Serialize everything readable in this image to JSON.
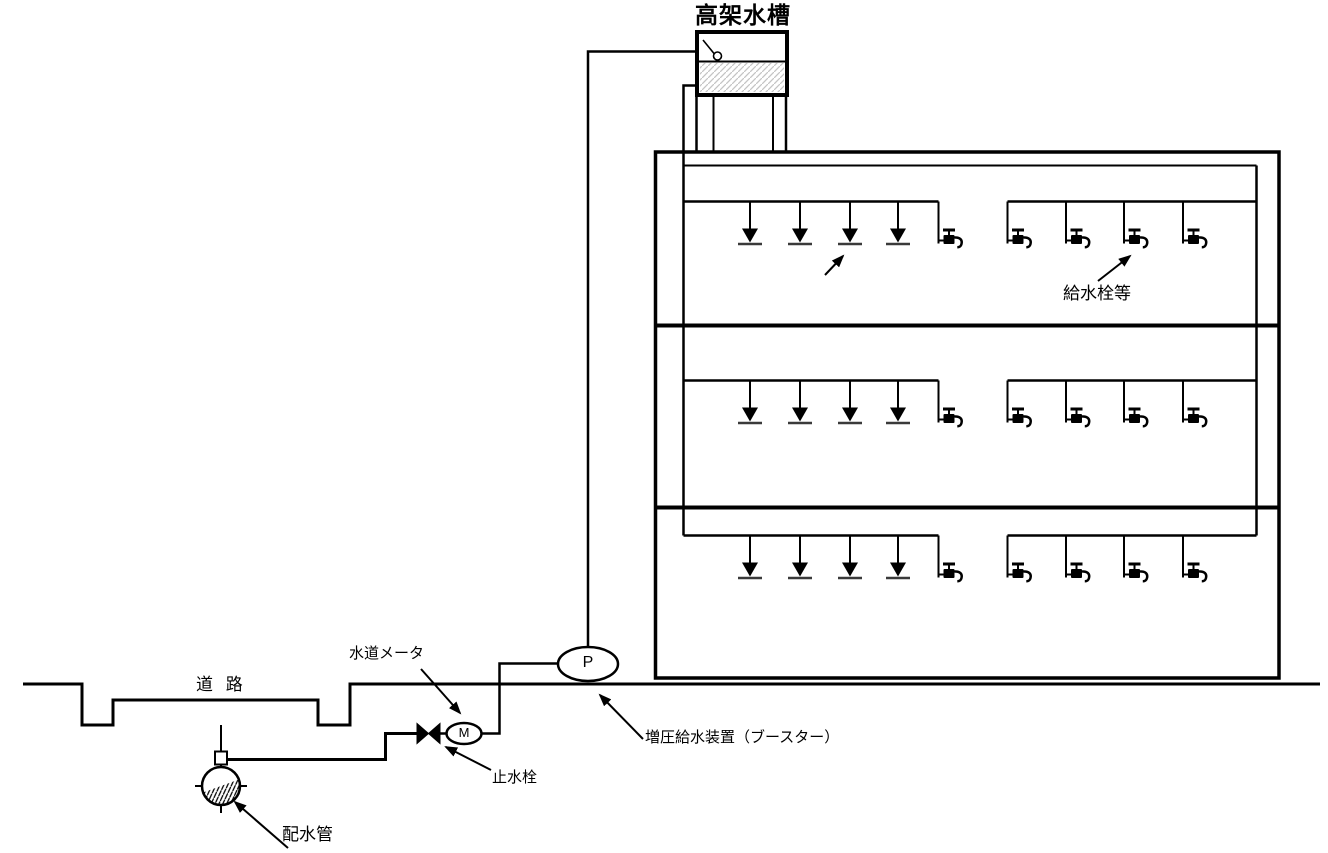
{
  "figure": {
    "type": "water-supply-piping-diagram",
    "labels": {
      "elevated_tank": "高架水槽",
      "faucets": "給水栓等",
      "road": "道 路",
      "water_meter": "水道メータ",
      "stop_valve": "止水栓",
      "booster": "増圧給水装置（ブースター）",
      "distribution_pipe": "配水管",
      "pump_symbol": "P",
      "meter_symbol": "M"
    },
    "structure": {
      "building_floors": 3,
      "arrow_taps_per_floor": 4,
      "faucet_taps_per_floor": 5
    },
    "colors": {
      "line": "#000000",
      "background": "#ffffff",
      "tank_water_hatch": "#c4c4c4"
    }
  }
}
